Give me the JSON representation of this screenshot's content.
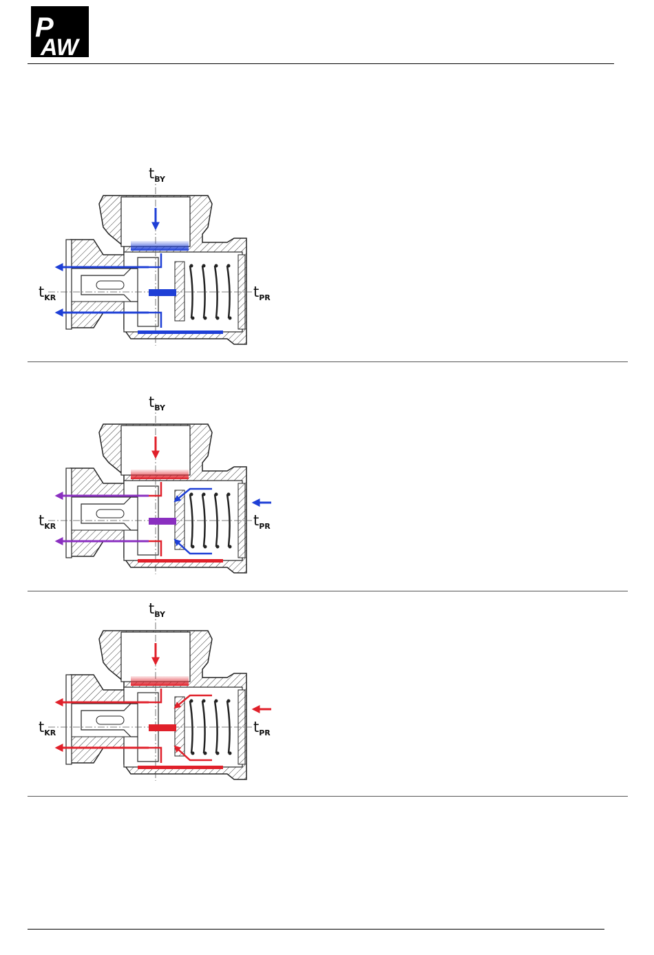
{
  "header": {
    "logo_text": "PAW"
  },
  "diagrams": [
    {
      "labels": {
        "top": "t",
        "top_sub": "BY",
        "left": "t",
        "left_sub": "KR",
        "right": "t",
        "right_sub": "PR"
      },
      "state": "cold",
      "colors": {
        "bypass": "#1e3fd6",
        "return": "#1e3fd6",
        "mixed": "#1e3fd6",
        "stem": "#1e3fd6"
      },
      "right_inlet_arrow": false
    },
    {
      "labels": {
        "top": "t",
        "top_sub": "BY",
        "left": "t",
        "left_sub": "KR",
        "right": "t",
        "right_sub": "PR"
      },
      "state": "mixing",
      "colors": {
        "bypass": "#e0202a",
        "return": "#1e3fd6",
        "mixed": "#8a2fc0",
        "stem": "#8a2fc0"
      },
      "right_inlet_arrow": true
    },
    {
      "labels": {
        "top": "t",
        "top_sub": "BY",
        "left": "t",
        "left_sub": "KR",
        "right": "t",
        "right_sub": "PR"
      },
      "state": "hot",
      "colors": {
        "bypass": "#e0202a",
        "return": "#e0202a",
        "mixed": "#e0202a",
        "stem": "#e0202a"
      },
      "right_inlet_arrow": true
    }
  ]
}
